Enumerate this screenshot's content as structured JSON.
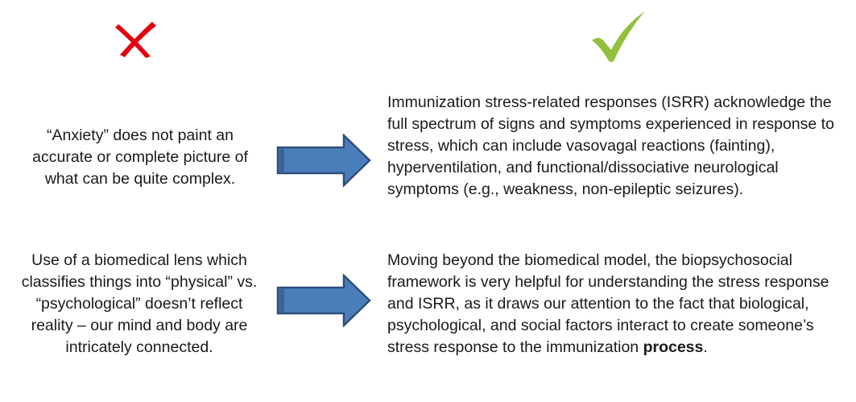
{
  "icons": {
    "left_mark": "cross-icon",
    "right_mark": "check-icon",
    "cross_color": "#e3000f",
    "check_color": "#92c03d",
    "arrow_fill": "#4a7ebb",
    "arrow_stroke": "#2e4f7a"
  },
  "rows": [
    {
      "left_text": "“Anxiety” does not paint an accurate or complete picture of what can be quite complex.",
      "right_text": "Immunization stress-related responses (ISRR) acknowledge the full spectrum of signs and symptoms experienced in response to stress, which can include vasovagal reactions (fainting), hyperventilation, and functional/dissociative neurological symptoms (e.g., weakness, non-epileptic seizures)."
    },
    {
      "left_text": "Use of a biomedical lens which classifies things into “physical” vs. “psychological” doesn’t reflect reality – our mind and body are intricately connected.",
      "right_text_before": "Moving beyond the biomedical model, the biopsychosocial framework is very helpful for understanding the stress response and ISRR, as it draws our attention to the fact that biological, psychological, and social factors interact to create someone’s stress response to the immunization ",
      "right_text_bold": "process",
      "right_text_after": "."
    }
  ]
}
